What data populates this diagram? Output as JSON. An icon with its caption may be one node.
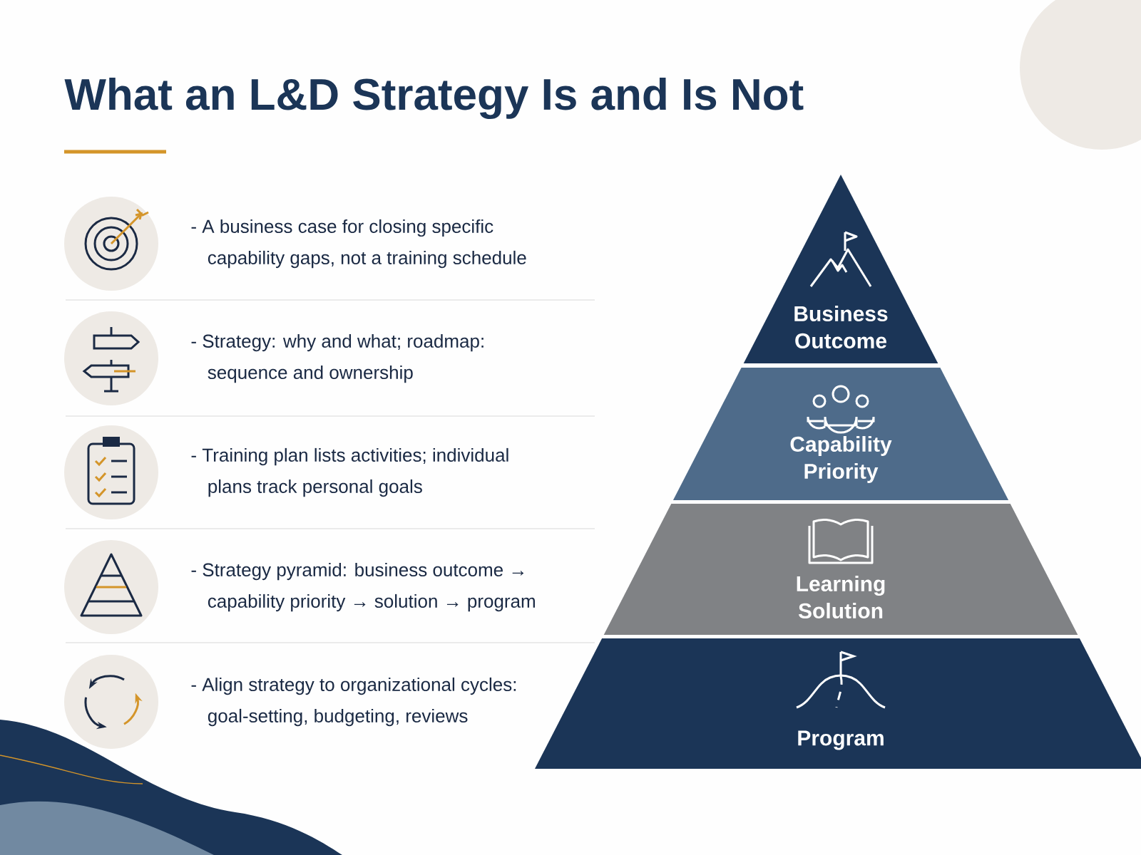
{
  "diagram": {
    "title": "What an L&D Strategy Is and Is Not",
    "nodes": [
      {
        "text": [
          "Business Outcome"
        ]
      },
      {
        "text": [
          "Capability Priority"
        ]
      },
      {
        "text": [
          "Learning Solution"
        ]
      },
      {
        "text": [
          "Program"
        ]
      }
    ],
    "labels": [
      "- A business case for closing specific capability gaps, not a training schedule",
      "- Strategy: why and what; roadmap: sequence and ownership",
      "- Training plan lists activities; individual plans track personal goals",
      "- Strategy pyramid: business outcome → capability priority → solution → program",
      "- Align strategy to organizational cycles: goal-setting, budgeting, reviews"
    ]
  }
}
